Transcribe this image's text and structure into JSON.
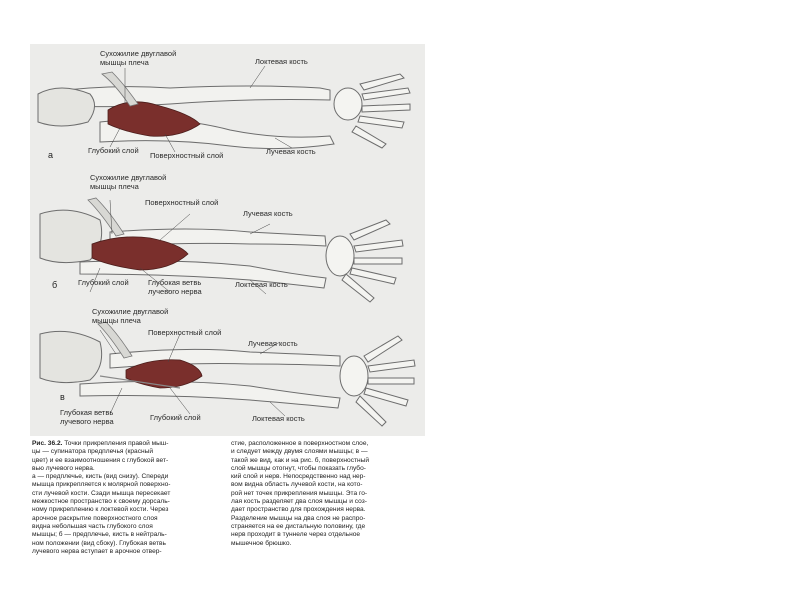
{
  "figure": {
    "panel_a": {
      "letter": "а",
      "labels": {
        "tendon": [
          "Сухожилие двуглавой",
          "мышцы плеча"
        ],
        "ulna": "Локтевая кость",
        "deep": "Глубокий слой",
        "superficial": "Поверхностный слой",
        "radius": "Лучевая кость"
      }
    },
    "panel_b": {
      "letter": "б",
      "labels": {
        "tendon": [
          "Сухожилие двуглавой",
          "мышцы плеча"
        ],
        "superficial": "Поверхностный слой",
        "radius": "Лучевая кость",
        "deep": "Глубокий слой",
        "branch": [
          "Глубокая ветвь",
          "лучевого нерва"
        ],
        "ulna": "Локтевая кость"
      }
    },
    "panel_c": {
      "letter": "в",
      "labels": {
        "tendon": [
          "Сухожилие двуглавой",
          "мышцы плеча"
        ],
        "superficial": "Поверхностный слой",
        "radius": "Лучевая кость",
        "branch": [
          "Глубокая ветвь",
          "лучевого нерва"
        ],
        "deep": "Глубокий слой",
        "ulna": "Локтевая кость"
      }
    },
    "colors": {
      "muscle": "#7a2f2c",
      "bone": "#f2f2ef",
      "outline": "#6d6d6d",
      "background": "#ececea"
    }
  },
  "caption": {
    "title": "Рис. 36.2.",
    "col1_lines": [
      "Точки прикрепления правой мыш-",
      "цы — супинатора предплечья (красный",
      "цвет) и ее взаимоотношения с глубокой вет-",
      "вью лучевого нерва.",
      "а — предплечье, кисть (вид снизу). Спереди",
      "мышца прикрепляется к молярной поверхно-",
      "сти лучевой кости. Сзади мышца пересекает",
      "межкостное пространство к своему дорсаль-",
      "ному прикреплению к локтевой кости. Через",
      "арочное раскрытие поверхностного слоя",
      "видна небольшая часть глубокого слоя",
      "мышцы; б — предплечье, кисть в нейтраль-",
      "ном положении (вид сбоку). Глубокая ветвь",
      "лучевого нерва вступает в арочное отвер-"
    ],
    "col2_lines": [
      "стие, расположенное в поверхностном слое,",
      "и следует между двумя слоями мышцы; в —",
      "такой же вид, как и на рис. б, поверхностный",
      "слой мышцы отогнут, чтобы показать глубо-",
      "кий слой и нерв. Непосредственно над нер-",
      "вом видна область лучевой кости, на кото-",
      "рой нет точек прикрепления мышцы. Эта го-",
      "лая кость разделяет два слоя мышцы и соз-",
      "дает пространство для прохождения нерва.",
      "Разделение мышцы на два слоя не распро-",
      "страняется на ее дистальную половину, где",
      "нерв проходит в туннеле через отдельное",
      "мышечное брюшко."
    ]
  }
}
